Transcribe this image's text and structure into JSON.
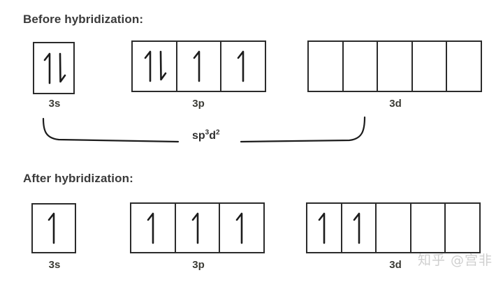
{
  "diagram": {
    "kind": "orbital-box-diagram",
    "subject": "sp3d2 hybridization orbital diagram",
    "sections": [
      {
        "id": "before",
        "title": "Before hybridization:",
        "groups": [
          {
            "id": "before-3s",
            "label": "3s",
            "cells": [
              {
                "electrons": "pair",
                "arrows": "up-down"
              }
            ]
          },
          {
            "id": "before-3p",
            "label": "3p",
            "cells": [
              {
                "electrons": "pair",
                "arrows": "up-down"
              },
              {
                "electrons": "single",
                "arrows": "up"
              },
              {
                "electrons": "single",
                "arrows": "up"
              }
            ]
          },
          {
            "id": "before-3d",
            "label": "3d",
            "cells": [
              {
                "electrons": "empty",
                "arrows": "none"
              },
              {
                "electrons": "empty",
                "arrows": "none"
              },
              {
                "electrons": "empty",
                "arrows": "none"
              },
              {
                "electrons": "empty",
                "arrows": "none"
              },
              {
                "electrons": "empty",
                "arrows": "none"
              }
            ]
          }
        ]
      },
      {
        "id": "after",
        "title": "After hybridization:",
        "groups": [
          {
            "id": "after-3s",
            "label": "3s",
            "cells": [
              {
                "electrons": "single",
                "arrows": "up"
              }
            ]
          },
          {
            "id": "after-3p",
            "label": "3p",
            "cells": [
              {
                "electrons": "single",
                "arrows": "up"
              },
              {
                "electrons": "single",
                "arrows": "up"
              },
              {
                "electrons": "single",
                "arrows": "up"
              }
            ]
          },
          {
            "id": "after-3d",
            "label": "3d",
            "cells": [
              {
                "electrons": "single",
                "arrows": "up"
              },
              {
                "electrons": "single",
                "arrows": "up"
              },
              {
                "electrons": "empty",
                "arrows": "none"
              },
              {
                "electrons": "empty",
                "arrows": "none"
              },
              {
                "electrons": "empty",
                "arrows": "none"
              }
            ]
          }
        ]
      }
    ],
    "hybridization": {
      "base": "sp",
      "p_exponent": "3",
      "d_base": "d",
      "d_exponent": "2",
      "full_text": "sp3d2",
      "brace_name": "hybridization-brace"
    }
  },
  "watermark": {
    "text": "知乎 @宫非"
  },
  "colors": {
    "box_stroke": "#2b2b2b",
    "arrow": "#1c1c1c",
    "text": "#3a3a3a",
    "label": "#3b3b35",
    "watermark": "#cfcfcf",
    "background": "#ffffff"
  }
}
